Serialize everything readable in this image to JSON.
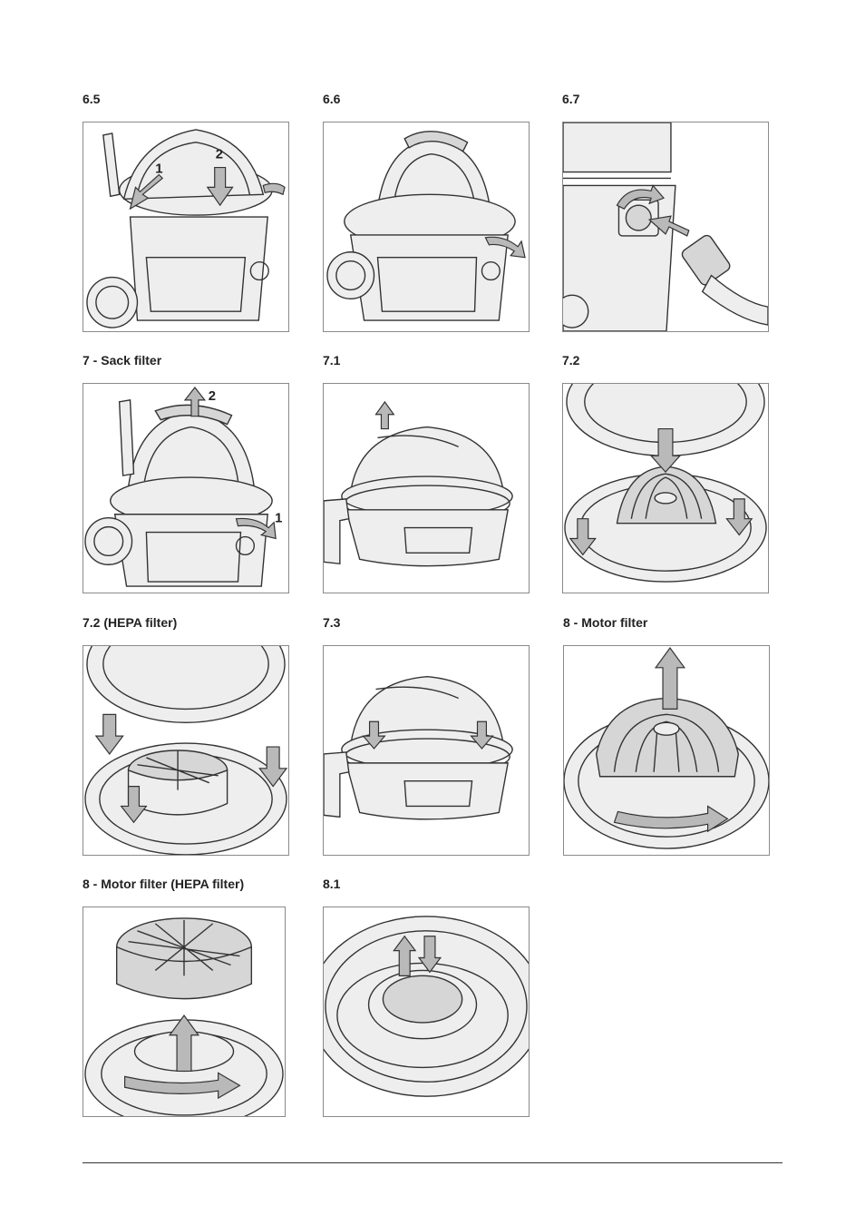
{
  "figures": [
    {
      "caption": "6.5",
      "callouts": [
        "1",
        "2"
      ]
    },
    {
      "caption": "6.6",
      "callouts": []
    },
    {
      "caption": "6.7",
      "callouts": []
    },
    {
      "caption": "7 - Sack filter",
      "callouts": [
        "2",
        "1"
      ]
    },
    {
      "caption": "7.1",
      "callouts": []
    },
    {
      "caption": "7.2",
      "callouts": []
    },
    {
      "caption": "7.2 (HEPA filter)",
      "callouts": []
    },
    {
      "caption": "7.3",
      "callouts": []
    },
    {
      "caption": "8 - Motor filter",
      "callouts": []
    },
    {
      "caption": "8 - Motor filter (HEPA filter)",
      "callouts": []
    },
    {
      "caption": "8.1",
      "callouts": []
    }
  ],
  "icons": [
    "arrow-icon",
    "rotate-arrow-icon"
  ]
}
